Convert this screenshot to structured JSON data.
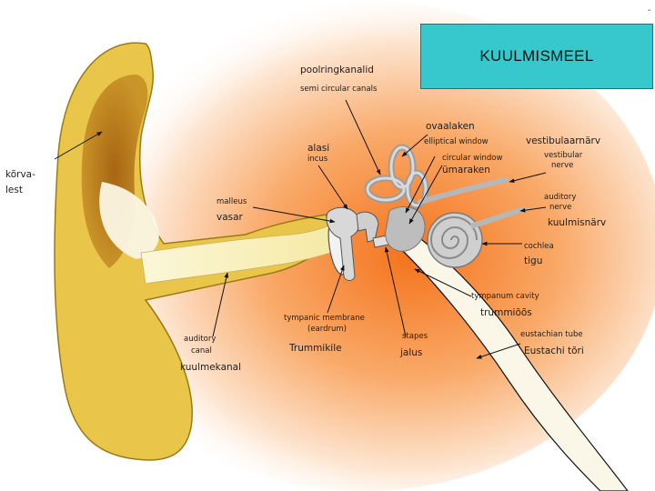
{
  "title": "KUULMISMEEL",
  "corner_mark": "-",
  "labels": {
    "semicircular_et": "poolringkanalid",
    "semicircular_en": "semi circular canals",
    "pinna_et_1": "kõrva-",
    "pinna_et_2": "lest",
    "alasi_et": "alasi",
    "incus_en": "incus",
    "oval_et": "ovaalaken",
    "elliptical_en": "elliptical window",
    "circular_en": "circular window",
    "round_et": "ümaraken",
    "vestibular_et": "vestibulaarnärv",
    "vestibular_en_1": "vestibular",
    "vestibular_en_2": "nerve",
    "malleus_en": "malleus",
    "malleus_et": "vasar",
    "auditory_nerve_en_1": "auditory",
    "auditory_nerve_en_2": "nerve",
    "auditory_nerve_et": "kuulmisnärv",
    "cochlea_en": "cochlea",
    "cochlea_et": "tigu",
    "tympanic_en_1": "tympanic membrane",
    "tympanic_en_2": "(eardrum)",
    "tympanic_et": "Trummikile",
    "tympanum_en": "tympanum cavity",
    "tympanum_et": "trummiõõs",
    "canal_en_1": "auditory",
    "canal_en_2": "canal",
    "canal_et": "kuulmekanal",
    "stapes_en": "stapes",
    "stapes_et": "jalus",
    "eustachian_en": "eustachian tube",
    "eustachian_et": "Eustachi tõri"
  }
}
